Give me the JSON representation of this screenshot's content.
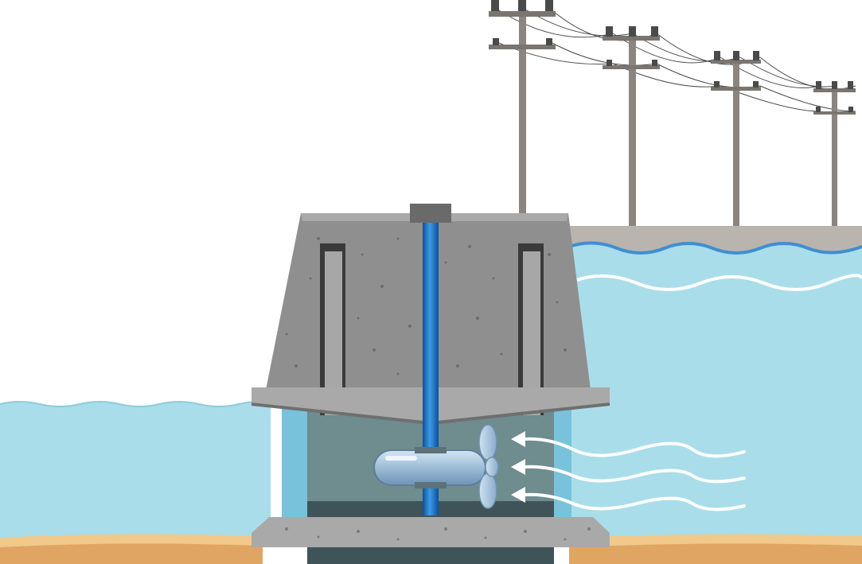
{
  "diagram": {
    "subject": "tidal-turbine-dam",
    "labels": [],
    "components": [
      "power-lines",
      "utility-poles",
      "dam-structure",
      "turbine-shaft",
      "turbine-generator",
      "turbine-propeller",
      "water-flow-arrows",
      "reservoir-water",
      "downstream-water",
      "concrete-foundation",
      "sand-ground"
    ],
    "colors": {
      "water": "#a9dde9",
      "water_dark": "#3f8fd0",
      "concrete": "#8f8f8f",
      "concrete_light": "#a9a9a9",
      "shaft": "#1f6fc4",
      "sand": "#e0a463",
      "sand_light": "#f1c98a",
      "chamber": "#6f8c8f"
    }
  }
}
